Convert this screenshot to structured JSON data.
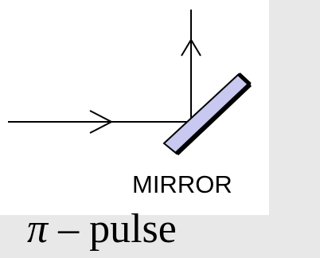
{
  "labels": {
    "mirror": "MIRROR"
  },
  "caption": {
    "symbol": "π",
    "dash": " –",
    "word": " pulse"
  },
  "colors": {
    "mirror_fill": "#c8c8f0",
    "line": "#000000",
    "background": "#e8e8e8",
    "panel": "#ffffff"
  }
}
